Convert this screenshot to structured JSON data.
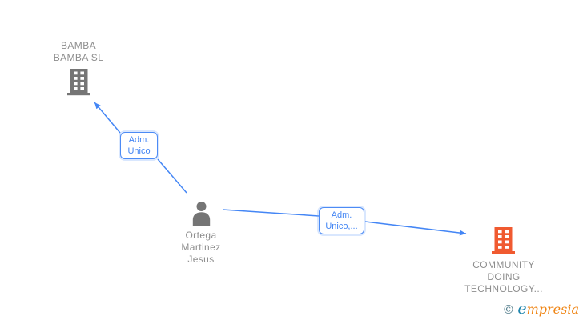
{
  "diagram": {
    "nodes": {
      "company_top": {
        "line1": "BAMBA",
        "line2": "BAMBA SL",
        "full_name": "BAMBA BAMBA SL",
        "icon": "building-icon",
        "icon_color": "#757575"
      },
      "person": {
        "line1": "Ortega",
        "line2": "Martinez",
        "line3": "Jesus",
        "full_name": "Ortega Martinez Jesus",
        "icon": "person-icon",
        "icon_color": "#757575"
      },
      "company_bottom": {
        "line1": "COMMUNITY",
        "line2": "DOING",
        "line3": "TECHNOLOGY...",
        "full_name": "COMMUNITY DOING TECHNOLOGY...",
        "icon": "building-icon",
        "icon_color": "#F05A30"
      }
    },
    "edges": {
      "edge1": {
        "from": "person",
        "to": "company_top",
        "line1": "Adm.",
        "line2": "Unico",
        "label": "Adm. Unico"
      },
      "edge2": {
        "from": "person",
        "to": "company_bottom",
        "line1": "Adm.",
        "line2": "Unico,...",
        "label": "Adm. Unico,..."
      }
    }
  },
  "watermark": {
    "copyright": "©",
    "brand_first_letter": "e",
    "brand_rest": "mpresia",
    "brand": "empresia"
  },
  "colors": {
    "edge_blue": "#4486F5",
    "label_border_blue": "#4C8BF5",
    "label_text_blue": "#4285F4",
    "node_gray": "#757575",
    "text_gray": "#8E8E8E",
    "company_orange": "#F05A30",
    "watermark_teal": "#1F85AD",
    "watermark_orange": "#EF8413"
  }
}
